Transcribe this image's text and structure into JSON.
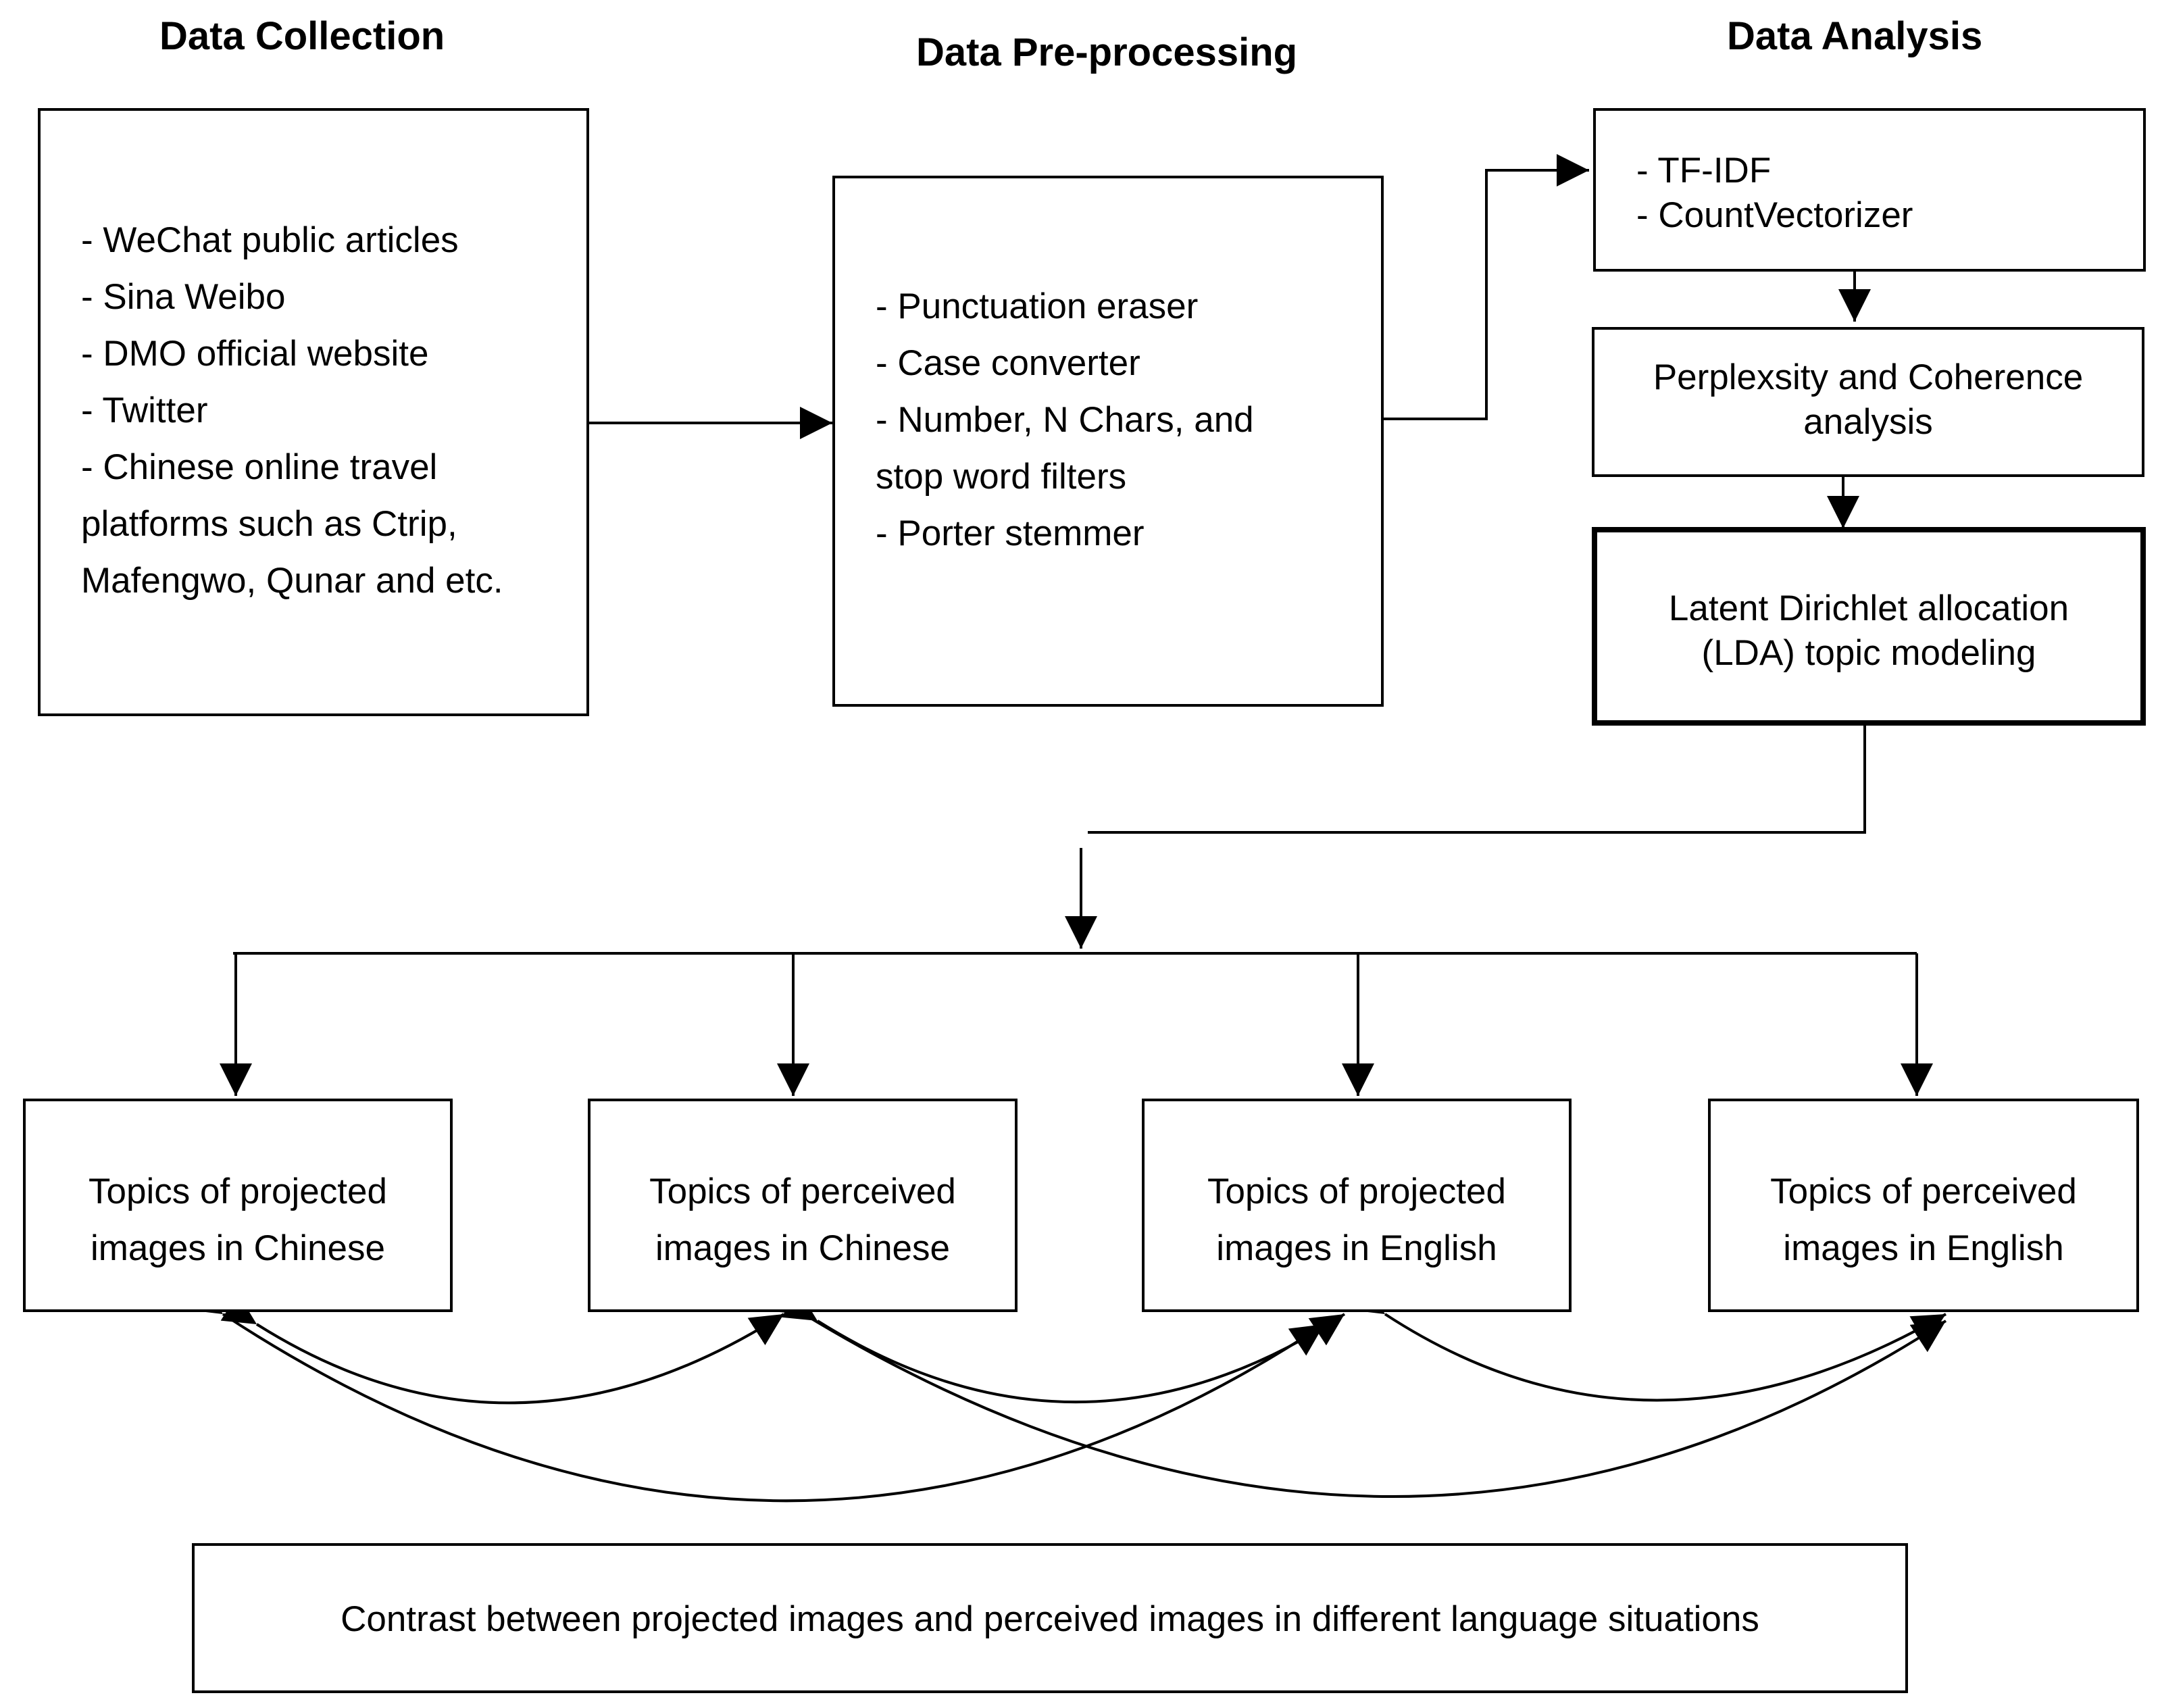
{
  "headings": {
    "collection": "Data Collection",
    "preprocessing": "Data Pre-processing",
    "analysis": "Data Analysis"
  },
  "collection_items": [
    "- WeChat public articles",
    "- Sina Weibo",
    "- DMO official website",
    "- Twitter",
    "- Chinese online travel",
    "platforms such as Ctrip,",
    "Mafengwo, Qunar and etc."
  ],
  "preprocessing_items": [
    "- Punctuation eraser",
    "- Case converter",
    "- Number, N Chars, and",
    "stop word filters",
    "- Porter stemmer"
  ],
  "analysis": {
    "vectorizers": [
      "- TF-IDF",
      "- CountVectorizer"
    ],
    "perplexity": [
      "Perplexsity and Coherence",
      "analysis"
    ],
    "lda": [
      "Latent Dirichlet allocation",
      "(LDA) topic modeling"
    ]
  },
  "topics": [
    [
      "Topics of projected",
      "images in Chinese"
    ],
    [
      "Topics of perceived",
      "images in Chinese"
    ],
    [
      "Topics of projected",
      "images in English"
    ],
    [
      "Topics of perceived",
      "images in English"
    ]
  ],
  "contrast": "Contrast between projected images and perceived images in different language situations"
}
